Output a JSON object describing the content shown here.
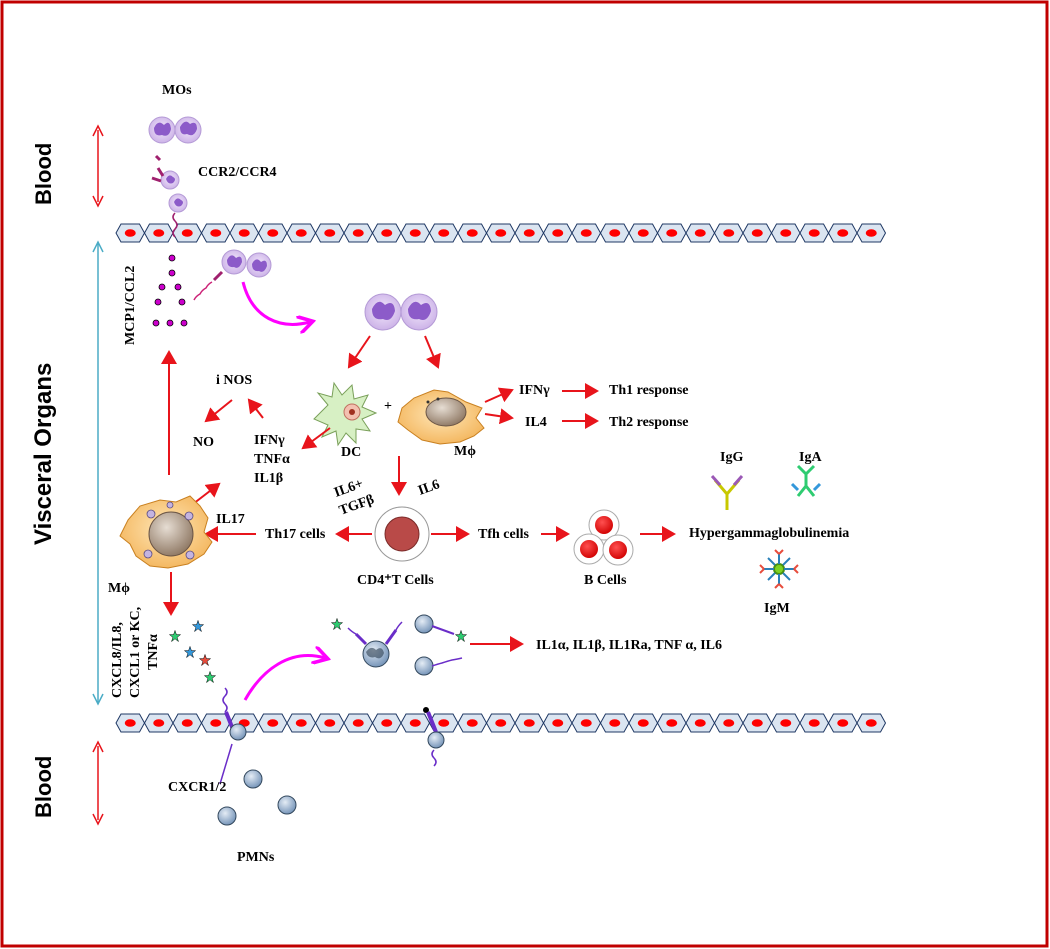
{
  "colors": {
    "frame": "#c00000",
    "arrow": "#e8141b",
    "curved_arrow": "#ff00ff",
    "vertical_divider": "#4bacc6",
    "endothelium_cell": "#dbe5f1",
    "endothelium_nucleus": "#ff0000",
    "monocyte": "#9966cc",
    "neutrophil": "#4a6e99",
    "chemokine_dot": "#cc00cc",
    "receptor": "#6a2dc8"
  },
  "sides": {
    "blood_top": "Blood",
    "visceral": "Visceral Organs",
    "blood_bottom": "Blood"
  },
  "labels": {
    "mos": "MOs",
    "ccr": "CCR2/CCR4",
    "mcp": "MCP1/CCL2",
    "inos": "i NOS",
    "no": "NO",
    "ifng_left": "IFNγ",
    "tnfa_left": "TNFα",
    "il1b_left": "IL1β",
    "dc": "DC",
    "plus": "+",
    "mphi_top": "Mϕ",
    "ifng_right": "IFNγ",
    "il4": "IL4",
    "th1": "Th1  response",
    "th2": "Th2  response",
    "il6_tgfb_1": "IL6+",
    "il6_tgfb_2": "TGFβ",
    "il6": "IL6",
    "il17": "IL17",
    "th17": "Th17 cells",
    "cd4": "CD4⁺T Cells",
    "tfh": "Tfh cells",
    "bcells": "B Cells",
    "hyper": "Hypergammaglobulinemia",
    "igg": "IgG",
    "iga": "IgA",
    "igm": "IgM",
    "mphi_left": "Mϕ",
    "cxcl_1": "CXCL8/IL8,",
    "cxcl_2": "CXCL1 or KC,",
    "cxcl_3": "TNFα",
    "cytokines": "IL1α, IL1β, IL1Ra, TNF α, IL6",
    "cxcr": "CXCR1/2",
    "pmns": "PMNs"
  }
}
